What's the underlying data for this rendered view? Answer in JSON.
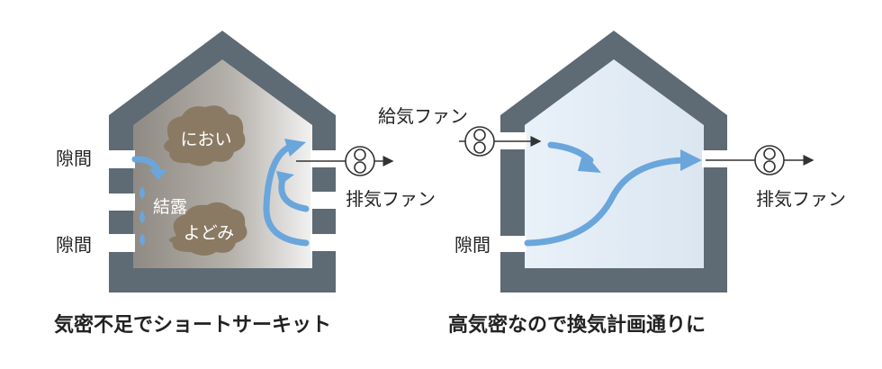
{
  "left_house": {
    "gap_label_top": "隙間",
    "gap_label_bottom": "隙間",
    "smell_label": "におい",
    "condensation_label": "結露",
    "stagnation_label": "よどみ",
    "exhaust_fan_label": "排気ファン",
    "caption": "気密不足でショートサーキット"
  },
  "right_house": {
    "supply_fan_label": "給気ファン",
    "gap_label": "隙間",
    "exhaust_fan_label": "排気ファン",
    "caption": "高気密なので換気計画通りに"
  },
  "colors": {
    "wall": "#5e6a74",
    "airflow": "#6aa6dc",
    "cloud": "#8b7a63",
    "dirty_air": "#9a958e",
    "clean_air": "#e6eef7"
  },
  "icons": [
    "fan-icon",
    "water-drop-icon",
    "arrow-icon"
  ]
}
